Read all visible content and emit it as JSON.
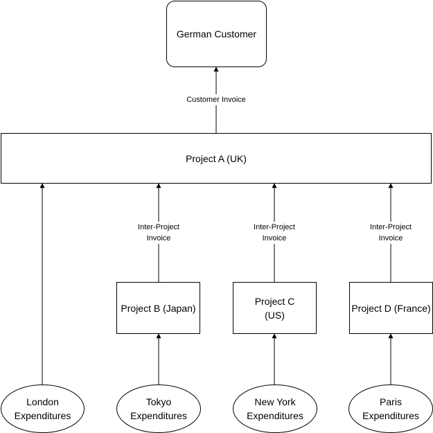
{
  "nodes": {
    "german_customer": "German Customer",
    "project_a": "Project A (UK)",
    "project_b": "Project B (Japan)",
    "project_c": [
      "Project C",
      "(US)"
    ],
    "project_d": "Project D (France)",
    "london": [
      "London",
      "Expenditures"
    ],
    "tokyo": [
      "Tokyo",
      "Expenditures"
    ],
    "new_york": [
      "New York",
      "Expenditures"
    ],
    "paris": [
      "Paris",
      "Expenditures"
    ]
  },
  "edge_labels": {
    "customer_invoice": "Customer Invoice",
    "inter_project_b": [
      "Inter-Project",
      "Invoice"
    ],
    "inter_project_c": [
      "Inter-Project",
      "Invoice"
    ],
    "inter_project_d": [
      "Inter-Project",
      "Invoice"
    ]
  }
}
